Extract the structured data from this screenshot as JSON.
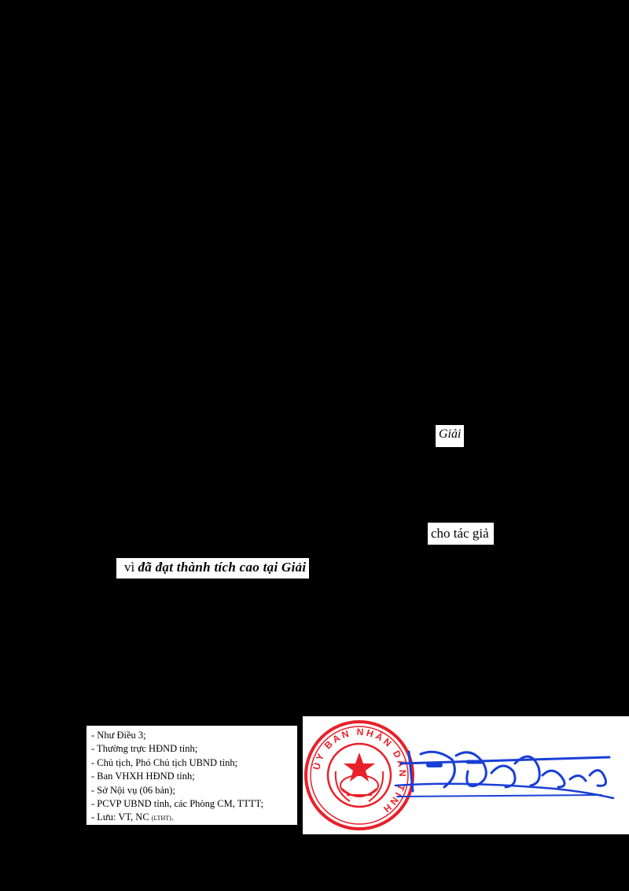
{
  "fragments": {
    "giai_top": "Giải",
    "cho_tac_gia": "cho tác giả",
    "vi_prefix": "vì ",
    "vi_emphasis": "đã đạt thành tích cao tại Giải"
  },
  "recipients": {
    "items": [
      "- Như Điều 3;",
      "- Thường trực HĐND tỉnh;",
      "- Chủ tịch, Phó Chủ tịch UBND tỉnh;",
      "- Ban VHXH HĐND tỉnh;",
      "- Sở Nội vụ (06 bản);",
      "- PCVP UBND tỉnh, các Phòng CM, TTTT;"
    ],
    "last_prefix": "- Lưu: VT, NC ",
    "last_small": "(LTHT)",
    "last_suffix": "."
  },
  "seal": {
    "text": "ỦY BAN NHÂN DÂN TỈNH",
    "color": "#e8202a"
  },
  "signature": {
    "color": "#1a3fd6"
  }
}
